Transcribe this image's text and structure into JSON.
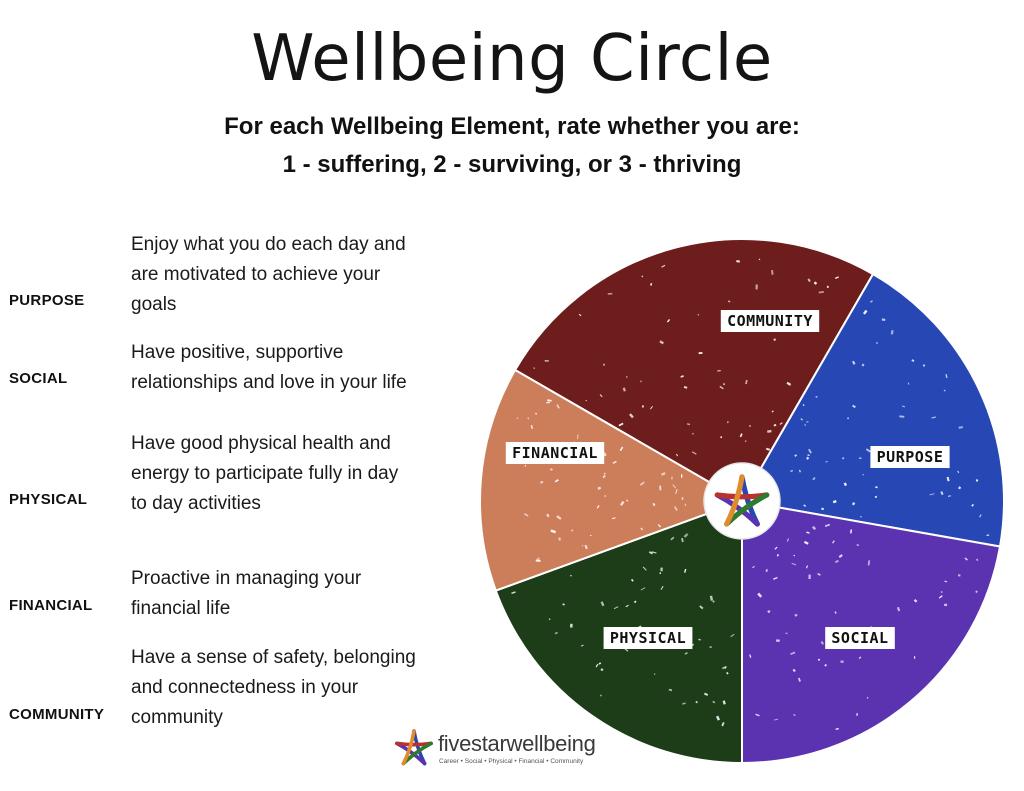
{
  "title": "Wellbeing Circle",
  "subtitle": {
    "line1": "For each Wellbeing Element, rate  whether you are:",
    "line2": "1 - suffering, 2 - surviving, or 3 - thriving"
  },
  "elements": [
    {
      "name": "PURPOSE",
      "desc_lines": [
        "Enjoy what you do each day and",
        "are motivated to achieve your",
        "goals"
      ]
    },
    {
      "name": "SOCIAL",
      "desc_lines": [
        "Have positive, supportive",
        "relationships and love in your life"
      ]
    },
    {
      "name": "PHYSICAL",
      "desc_lines": [
        "Have good physical health and",
        "energy to participate fully in day",
        "to day activities"
      ]
    },
    {
      "name": "FINANCIAL",
      "desc_lines": [
        "Proactive in managing your",
        "financial life"
      ]
    },
    {
      "name": "COMMUNITY",
      "desc_lines": [
        "Have a sense of safety, belonging",
        "and connectedness in your",
        "community"
      ]
    }
  ],
  "wheel": {
    "segments": [
      {
        "label": "COMMUNITY",
        "color": "#6e1d1d"
      },
      {
        "label": "PURPOSE",
        "color": "#2647b4"
      },
      {
        "label": "SOCIAL",
        "color": "#5b33b0"
      },
      {
        "label": "PHYSICAL",
        "color": "#1c3d17"
      },
      {
        "label": "FINANCIAL",
        "color": "#cc7e5b"
      }
    ],
    "center_logo": "fivestar-logo-icon"
  },
  "brand": {
    "name": "fivestarwellbeing",
    "tagline": "Career • Social • Physical • Financial • Community",
    "logo_colors": [
      "#2647b4",
      "#5b33b0",
      "#b8322f",
      "#2f7a2c",
      "#e08b2d"
    ]
  }
}
